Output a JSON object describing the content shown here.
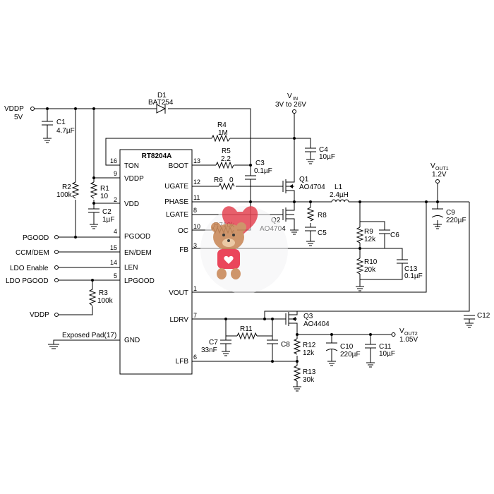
{
  "chip": {
    "name": "RT8204A"
  },
  "pins_left": [
    {
      "label": "TON",
      "num": "16"
    },
    {
      "label": "VDDP",
      "num": "9"
    },
    {
      "label": "VDD",
      "num": "2"
    },
    {
      "label": "PGOOD",
      "num": "4"
    },
    {
      "label": "EN/DEM",
      "num": "15"
    },
    {
      "label": "LEN",
      "num": "14"
    },
    {
      "label": "LPGOOD",
      "num": "5"
    },
    {
      "label": "GND",
      "num": ""
    }
  ],
  "pins_right": [
    {
      "label": "BOOT",
      "num": "13"
    },
    {
      "label": "UGATE",
      "num": "12"
    },
    {
      "label": "PHASE",
      "num": "11"
    },
    {
      "label": "LGATE",
      "num": "8"
    },
    {
      "label": "OC",
      "num": "10"
    },
    {
      "label": "FB",
      "num": "3"
    },
    {
      "label": "VOUT",
      "num": "1"
    },
    {
      "label": "LDRV",
      "num": "7"
    },
    {
      "label": "LFB",
      "num": "6"
    }
  ],
  "exposed_pad": "Exposed Pad(17)",
  "nets": {
    "vddp_top": "VDDP",
    "vddp_top_val": "5V",
    "vin": "V",
    "vin_sub": "IN",
    "vin_range": "3V to 26V",
    "vout1": "V",
    "vout1_sub": "OUT1",
    "vout1_val": "1.2V",
    "vout2": "V",
    "vout2_sub": "OUT2",
    "vout2_val": "1.05V",
    "pgood": "PGOOD",
    "ccm": "CCM/DEM",
    "ldo_en": "LDO Enable",
    "ldo_pgood": "LDO PGOOD",
    "vddp_bottom": "VDDP"
  },
  "parts": {
    "d1": {
      "ref": "D1",
      "val": "BAT254"
    },
    "c1": {
      "ref": "C1",
      "val": "4.7µF"
    },
    "r2": {
      "ref": "R2",
      "val": "100k"
    },
    "r1": {
      "ref": "R1",
      "val": "10"
    },
    "c2": {
      "ref": "C2",
      "val": "1µF"
    },
    "r3": {
      "ref": "R3",
      "val": "100k"
    },
    "r4": {
      "ref": "R4",
      "val": "1M"
    },
    "r5": {
      "ref": "R5",
      "val": "2.2"
    },
    "r6": {
      "ref": "R6",
      "val": "0"
    },
    "c3": {
      "ref": "C3",
      "val": "0.1µF"
    },
    "c4": {
      "ref": "C4",
      "val": "10µF"
    },
    "q1": {
      "ref": "Q1",
      "val": "AO4704"
    },
    "q2": {
      "ref": "Q2",
      "val": "AO4704"
    },
    "l1": {
      "ref": "L1",
      "val": "2.4µH"
    },
    "r8": {
      "ref": "R8",
      "val": ""
    },
    "c5": {
      "ref": "C5",
      "val": ""
    },
    "r7": {
      "ref": "R7",
      "val": "10k"
    },
    "r9": {
      "ref": "R9",
      "val": "12k"
    },
    "c6": {
      "ref": "C6",
      "val": ""
    },
    "r10": {
      "ref": "R10",
      "val": "20k"
    },
    "c13": {
      "ref": "C13",
      "val": "0.1µF"
    },
    "c9": {
      "ref": "C9",
      "val": "220µF"
    },
    "c12": {
      "ref": "C12",
      "val": ""
    },
    "q3": {
      "ref": "Q3",
      "val": "AO4404"
    },
    "r11": {
      "ref": "R11",
      "val": ""
    },
    "c7": {
      "ref": "C7",
      "val": "33nF"
    },
    "c8": {
      "ref": "C8",
      "val": ""
    },
    "r12": {
      "ref": "R12",
      "val": "12k"
    },
    "c10": {
      "ref": "C10",
      "val": "220µF"
    },
    "c11": {
      "ref": "C11",
      "val": "10µF"
    },
    "r13": {
      "ref": "R13",
      "val": "30k"
    }
  },
  "watermark": {
    "kind": "teddy-bear-with-heart",
    "colors": {
      "bear": "#c98a5b",
      "heart": "#e23b4a",
      "shirt": "#e8334a"
    }
  },
  "colors": {
    "wire": "#000000",
    "background": "#ffffff"
  }
}
